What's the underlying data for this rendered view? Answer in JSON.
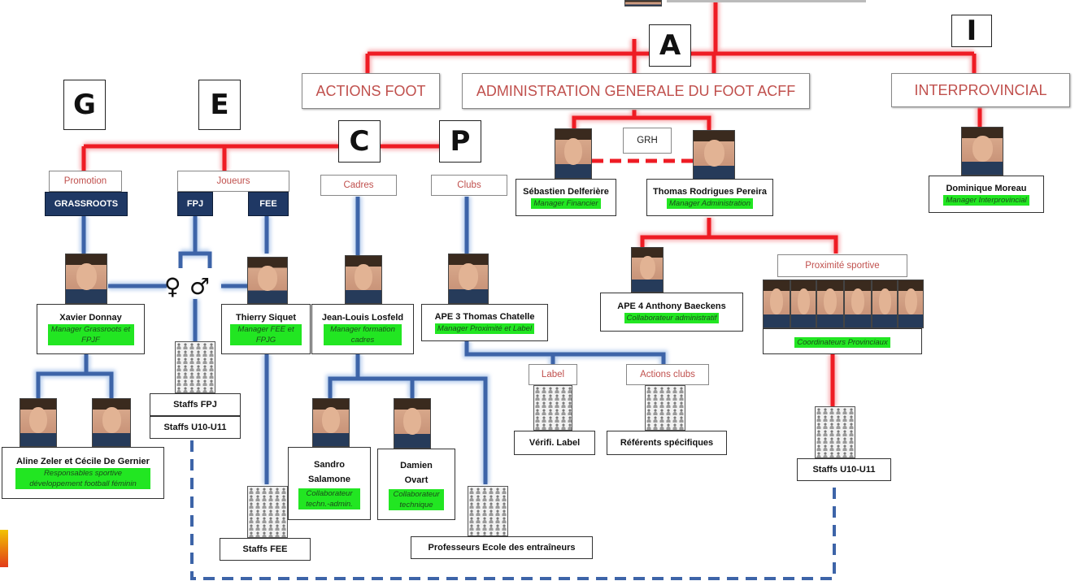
{
  "letters": {
    "a": "A",
    "i": "I",
    "g": "G",
    "e": "E",
    "c": "C",
    "p": "P"
  },
  "headers": {
    "actions_foot": "ACTIONS FOOT",
    "admin": "ADMINISTRATION GENERALE DU FOOT ACFF",
    "interprovincial": "INTERPROVINCIAL"
  },
  "sub": {
    "grh": "GRH",
    "promotion": "Promotion",
    "joueurs": "Joueurs",
    "cadres": "Cadres",
    "clubs": "Clubs",
    "proximite": "Proximité sportive",
    "label": "Label",
    "actions_clubs": "Actions clubs"
  },
  "navy": {
    "grassroots": "GRASSROOTS",
    "fpj": "FPJ",
    "fee": "FEE"
  },
  "gender": {
    "female": "♀",
    "male": "♂"
  },
  "people": {
    "delferiere": {
      "name": "Sébastien Delferière",
      "role": "Manager Financier"
    },
    "pereira": {
      "name": "Thomas Rodrigues Pereira",
      "role": "Manager Administration"
    },
    "moreau": {
      "name": "Dominique Moreau",
      "role": "Manager Interprovincial"
    },
    "donnay": {
      "name": "Xavier Donnay",
      "role": "Manager Grassroots et FPJF"
    },
    "siquet": {
      "name": "Thierry Siquet",
      "role": "Manager FEE et FPJG"
    },
    "losfeld": {
      "name": "Jean-Louis Losfeld",
      "role": "Manager formation cadres"
    },
    "chatelle": {
      "name": "APE 3 Thomas Chatelle",
      "role": "Manager Proximité et Label"
    },
    "baeckens": {
      "name": "APE 4  Anthony Baeckens",
      "role": "Collaborateur administratif"
    },
    "coordinateurs": {
      "name": "",
      "role": "Coordinateurs Provinciaux"
    },
    "zeler": {
      "name": "Aline Zeler et Cécile De Gernier",
      "role": "Responsables sportive développement football féminin"
    },
    "salamone": {
      "name": "Sandro Salamone",
      "role": "Collaborateur techn.-admin."
    },
    "ovart": {
      "name": "Damien Ovart",
      "role": "Collaborateur technique"
    }
  },
  "staff": {
    "staffs_fpj": "Staffs FPJ",
    "staffs_u10_left": "Staffs U10-U11",
    "staffs_u10_right": "Staffs U10-U11",
    "staffs_fee": "Staffs FEE",
    "profs": "Professeurs Ecole des entraîneurs",
    "verifi_label": "Vérifi. Label",
    "referents": "Référents spécifiques"
  },
  "colors": {
    "red_line": "#ee1c24",
    "blue_line": "#3d64a8",
    "header_text": "#c0504d",
    "role_bg": "#22e622",
    "navy": "#1f3864"
  }
}
